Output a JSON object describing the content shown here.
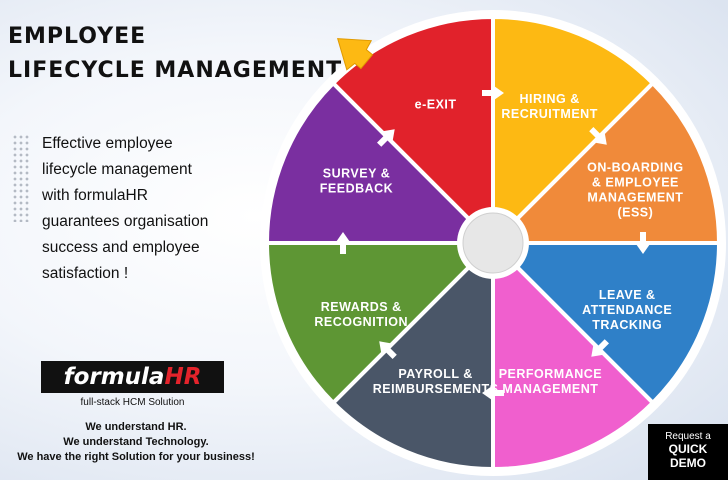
{
  "title": {
    "line1": "EMPLOYEE",
    "line2": "LIFECYCLE MANAGEMENT"
  },
  "description": [
    "Effective employee",
    "lifecycle management",
    "with formulaHR",
    "guarantees organisation",
    "success and employee",
    "satisfaction !"
  ],
  "logo": {
    "part1": "formula",
    "part2": "HR"
  },
  "tagline": "full-stack HCM Solution",
  "slogans": [
    "We understand HR.",
    "We understand Technology.",
    "We have the right Solution for your business!"
  ],
  "cta": {
    "line1": "Request a",
    "line2": "QUICK",
    "line3": "DEMO"
  },
  "segments": [
    {
      "id": "hiring",
      "lines": [
        "HIRING &",
        "RECRUITMENT"
      ],
      "color": "#fdb913",
      "text_color": "#1a1a1a"
    },
    {
      "id": "onboarding",
      "lines": [
        "ON-BOARDING",
        "& EMPLOYEE",
        "MANAGEMENT",
        "(ESS)"
      ],
      "color": "#f08a3a",
      "text_color": "#ffffff"
    },
    {
      "id": "leave",
      "lines": [
        "LEAVE &",
        "ATTENDANCE",
        "TRACKING"
      ],
      "color": "#2f80c8",
      "text_color": "#ffffff"
    },
    {
      "id": "performance",
      "lines": [
        "PERFORMANCE",
        "MANAGEMENT"
      ],
      "color": "#f05fce",
      "text_color": "#1a1a1a"
    },
    {
      "id": "payroll",
      "lines": [
        "PAYROLL &",
        "REIMBURSEMENTS"
      ],
      "color": "#4a5668",
      "text_color": "#ffffff"
    },
    {
      "id": "rewards",
      "lines": [
        "REWARDS &",
        "RECOGNITION"
      ],
      "color": "#5e9634",
      "text_color": "#ffffff"
    },
    {
      "id": "survey",
      "lines": [
        "SURVEY &",
        "FEEDBACK"
      ],
      "color": "#7a2fa0",
      "text_color": "#ffffff"
    },
    {
      "id": "exit",
      "lines": [
        "e-EXIT"
      ],
      "color": "#e1222b",
      "text_color": "#ffffff"
    }
  ],
  "colors": {
    "rim": "#ffffff",
    "hub": "#e7e7e7",
    "arrow": "#ffffff",
    "pointer": "#fdb913"
  },
  "icons": {
    "flow_arrow": "arrow-icon",
    "pointer": "yellow-pointer-arrow-icon"
  }
}
